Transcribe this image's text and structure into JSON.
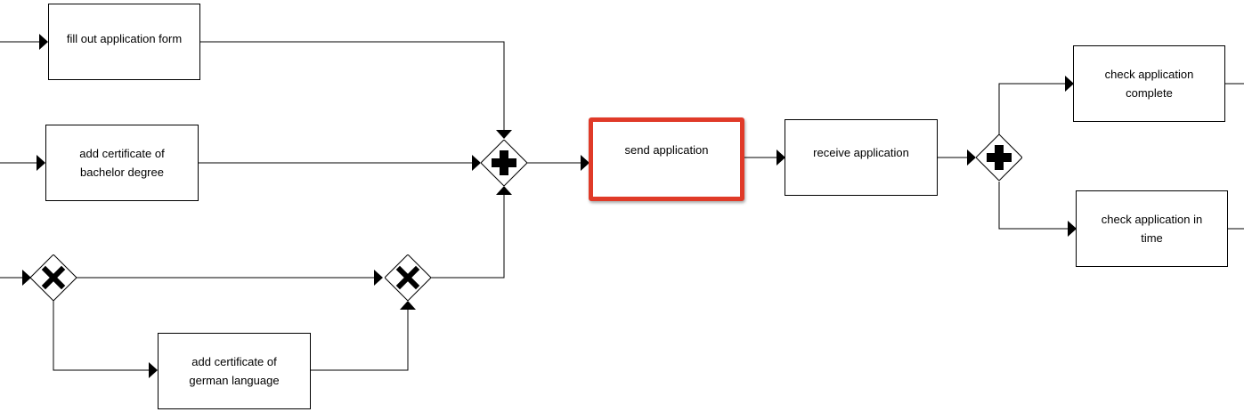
{
  "diagram": {
    "tasks": [
      {
        "id": "fill-out-application-form",
        "label": "fill out application form"
      },
      {
        "id": "add-certificate-bachelor",
        "label": "add certificate of\nbachelor degree"
      },
      {
        "id": "add-certificate-german",
        "label": "add certificate of\ngerman language"
      },
      {
        "id": "send-application",
        "label": "send application"
      },
      {
        "id": "receive-application",
        "label": "receive application"
      },
      {
        "id": "check-application-complete",
        "label": "check application\ncomplete"
      },
      {
        "id": "check-application-in-time",
        "label": "check application in\ntime"
      }
    ],
    "gateways": [
      {
        "id": "parallel-join",
        "type": "parallel",
        "icon": "plus-icon"
      },
      {
        "id": "exclusive-split",
        "type": "exclusive",
        "icon": "x-icon"
      },
      {
        "id": "exclusive-join",
        "type": "exclusive",
        "icon": "x-icon"
      },
      {
        "id": "parallel-split",
        "type": "parallel",
        "icon": "plus-icon"
      }
    ],
    "colors": {
      "line": "#000000",
      "highlight_border": "#e03a28",
      "background": "#ffffff"
    }
  }
}
